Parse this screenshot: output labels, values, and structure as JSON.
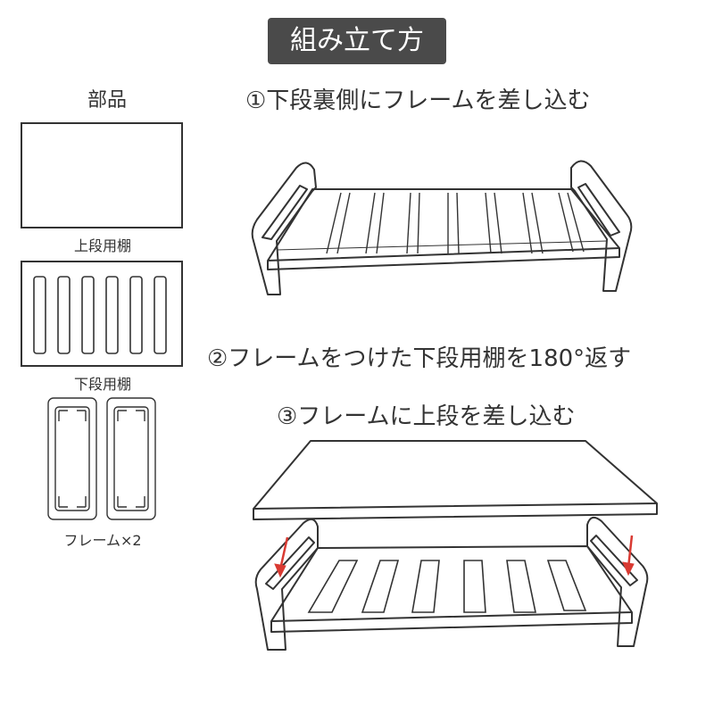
{
  "title": "組み立て方",
  "parts": {
    "heading": "部品",
    "items": [
      {
        "label": "上段用棚"
      },
      {
        "label": "下段用棚"
      },
      {
        "label": "フレーム×2"
      }
    ]
  },
  "steps": [
    {
      "text": "①下段裏側にフレームを差し込む"
    },
    {
      "text": "②フレームをつけた下段用棚を180°返す"
    },
    {
      "text": "③フレームに上段を差し込む"
    }
  ],
  "colors": {
    "title_bg": "#4a4a4a",
    "line": "#333333",
    "arrow": "#d93a32"
  }
}
